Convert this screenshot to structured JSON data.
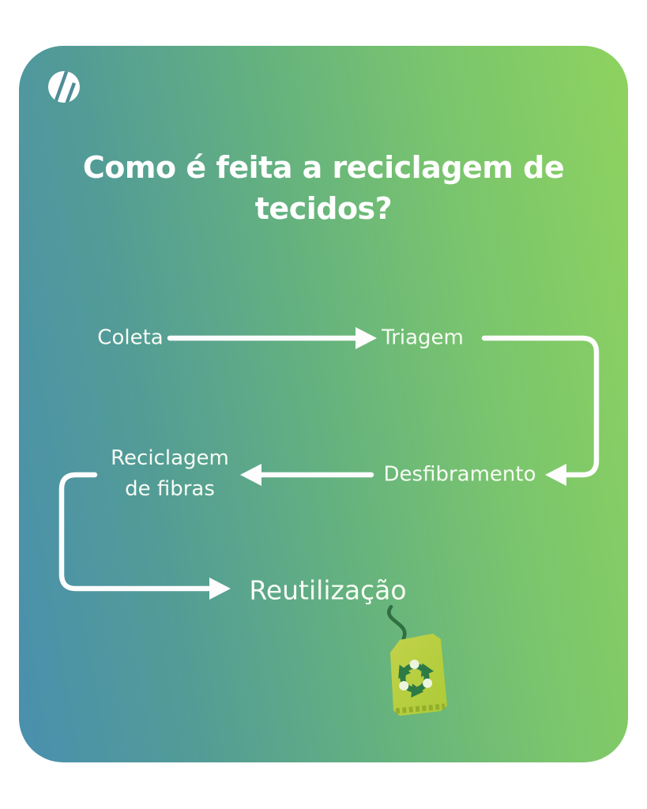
{
  "title": {
    "line1": "Como é feita a reciclagem de",
    "line2": "tecidos?"
  },
  "flow": {
    "steps": [
      {
        "id": "coleta",
        "label": "Coleta"
      },
      {
        "id": "triagem",
        "label": "Triagem"
      },
      {
        "id": "desfibramento",
        "label": "Desfibramento"
      },
      {
        "id": "reciclagem-de-fibras",
        "label_line1": "Reciclagem",
        "label_line2": "de fibras"
      },
      {
        "id": "reutilizacao",
        "label": "Reutilização"
      }
    ],
    "arrow_color": "#fdfdfd"
  },
  "colors": {
    "card_gradient_start": "#4a8fae",
    "card_gradient_mid": "#65b27f",
    "card_gradient_end": "#8ed35f",
    "title_text": "#ffffff",
    "label_text": "#f7fcf4",
    "tag_body": "#b6cb3d",
    "tag_crimp": "#94ae2c",
    "recycle_symbol": "#2d7a45",
    "tag_string": "#2f6f42"
  },
  "icons": {
    "logo": "brand-logo",
    "tag": "recycle-tag-icon"
  }
}
